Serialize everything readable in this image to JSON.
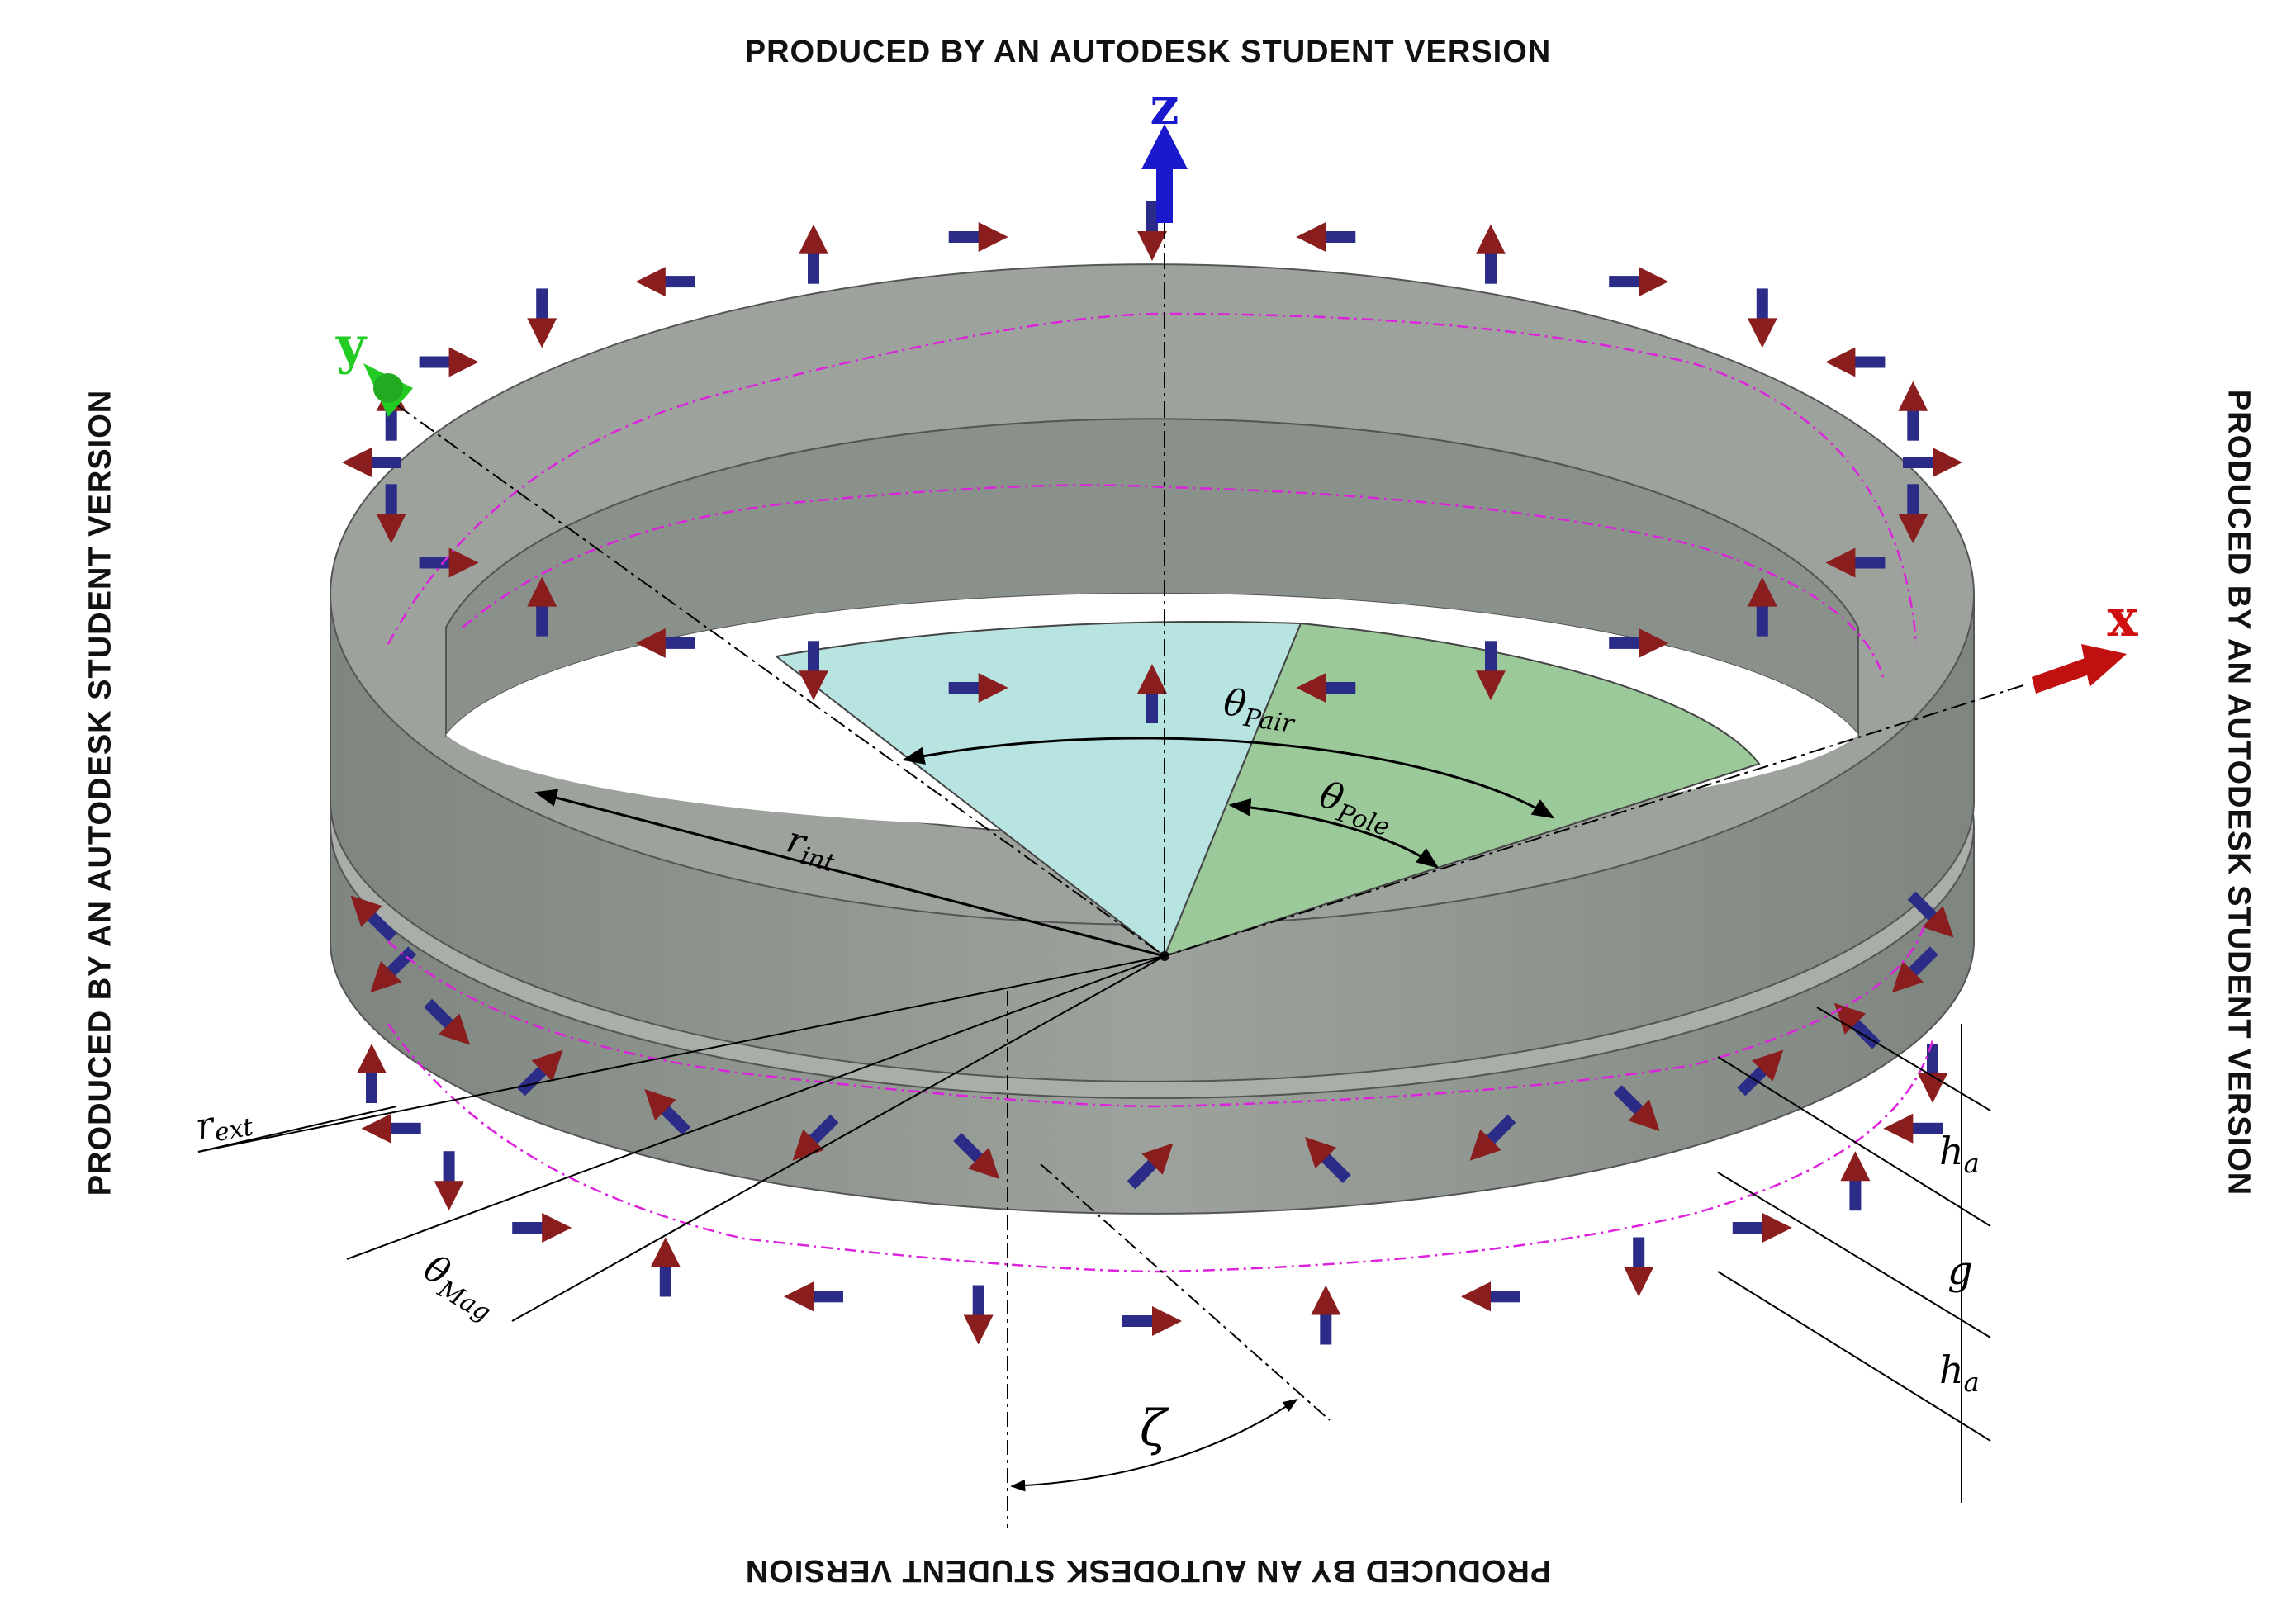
{
  "watermarks": {
    "top": "PRODUCED BY AN AUTODESK STUDENT VERSION",
    "bottom": "PRODUCED BY AN AUTODESK STUDENT VERSION",
    "left": "PRODUCED BY AN AUTODESK STUDENT VERSION",
    "right": "PRODUCED BY AN AUTODESK STUDENT VERSION"
  },
  "axes": {
    "x": {
      "label": "x",
      "color": "#d01010"
    },
    "y": {
      "label": "y",
      "color": "#22cc22"
    },
    "z": {
      "label": "z",
      "color": "#1a1acc"
    }
  },
  "labels": {
    "theta_pair": {
      "sym": "θ",
      "sub": "Pair"
    },
    "theta_pole": {
      "sym": "θ",
      "sub": "Pole"
    },
    "theta_mag": {
      "sym": "θ",
      "sub": "Mag"
    },
    "r_int": {
      "sym": "r",
      "sub": "int"
    },
    "r_ext": {
      "sym": "r",
      "sub": "ext"
    },
    "zeta": "ζ",
    "h_a_top": {
      "sym": "h",
      "sub": "a"
    },
    "g": "g",
    "h_a_bottom": {
      "sym": "h",
      "sub": "a"
    }
  },
  "colors": {
    "ring_fill": "#8e948e",
    "ring_face": "#a7aca7",
    "sector_pair": "#b7e3e0",
    "sector_pole": "#9cc99a",
    "arrow_head": "#8a1e1e",
    "arrow_shaft": "#2a2c88",
    "flux_line": "#dd22dd"
  }
}
